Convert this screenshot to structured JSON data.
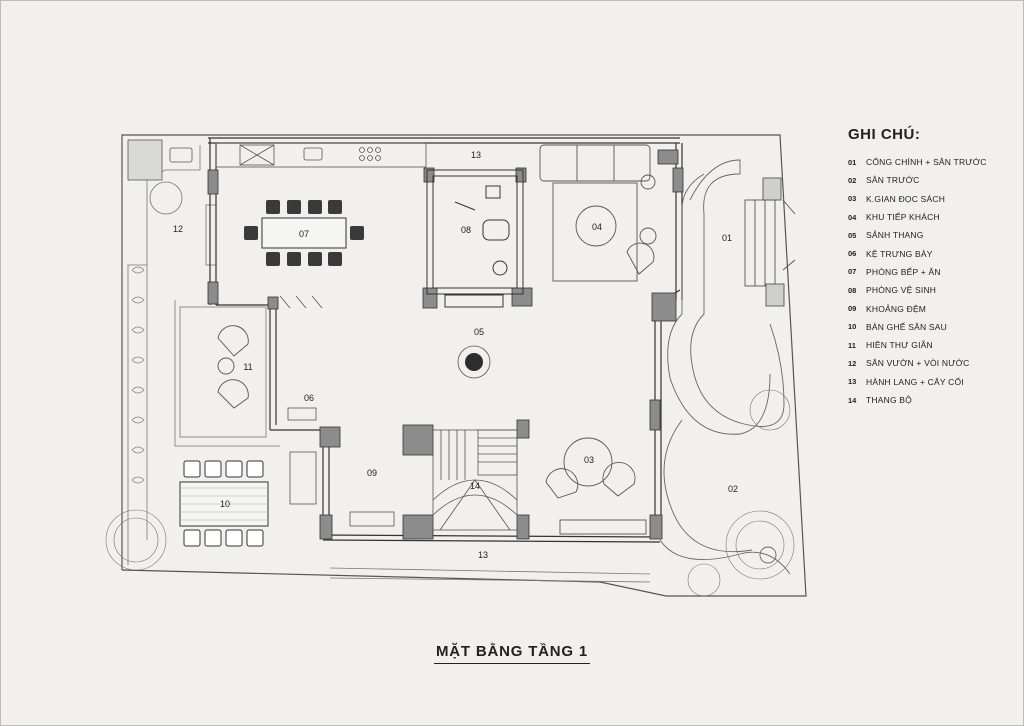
{
  "plan_title": "MẶT BẰNG TẦNG 1",
  "legend": {
    "title": "GHI CHÚ:",
    "items": [
      {
        "num": "01",
        "label": "CỔNG CHÍNH + SÂN TRƯỚC"
      },
      {
        "num": "02",
        "label": "SÂN TRƯỚC"
      },
      {
        "num": "03",
        "label": "K.GIAN ĐỌC SÁCH"
      },
      {
        "num": "04",
        "label": "KHU TIẾP KHÁCH"
      },
      {
        "num": "05",
        "label": "SẢNH THANG"
      },
      {
        "num": "06",
        "label": "KỆ TRƯNG BÀY"
      },
      {
        "num": "07",
        "label": "PHÒNG BẾP + ĂN"
      },
      {
        "num": "08",
        "label": "PHÒNG VỆ SINH"
      },
      {
        "num": "09",
        "label": "KHOẢNG ĐỆM"
      },
      {
        "num": "10",
        "label": "BÀN GHẾ SÂN SAU"
      },
      {
        "num": "11",
        "label": "HIÊN THƯ GIÃN"
      },
      {
        "num": "12",
        "label": "SÂN VƯỜN + VÒI NƯỚC"
      },
      {
        "num": "13",
        "label": "HÀNH LANG + CÂY CỐI"
      },
      {
        "num": "14",
        "label": "THANG BỘ"
      }
    ]
  },
  "room_labels": {
    "r01": "01",
    "r02": "02",
    "r03": "03",
    "r04": "04",
    "r05": "05",
    "r06": "06",
    "r07": "07",
    "r08": "08",
    "r09": "09",
    "r10": "10",
    "r11": "11",
    "r12": "12",
    "r13a": "13",
    "r13b": "13",
    "r14": "14"
  }
}
